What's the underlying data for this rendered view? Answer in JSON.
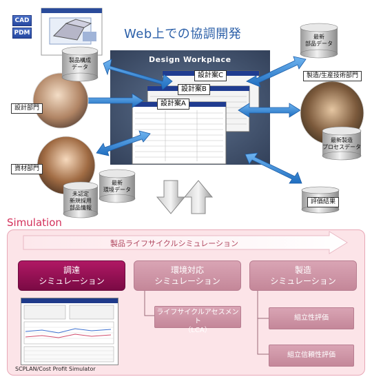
{
  "title": "Web上での協調開発",
  "workplace_title": "Design Workplace",
  "tags": {
    "cad": "CAD",
    "pdm": "PDM"
  },
  "design_plans": [
    "設計案C",
    "設計案B",
    "設計案A"
  ],
  "departments": {
    "design": "設計部門",
    "materials": "資材部門",
    "manufacturing": "製造/生産技術部門",
    "evaluation": "評価結果"
  },
  "databases": {
    "product_structure": [
      "製品構成",
      "データ"
    ],
    "latest_parts": [
      "最新",
      "部品データ"
    ],
    "latest_process": [
      "最新製造",
      "プロセスデータ"
    ],
    "latest_env": [
      "最新",
      "環境データ"
    ],
    "unapproved_parts": [
      "未認定",
      "新規採用",
      "部品情報"
    ]
  },
  "simulation": {
    "label": "Simulation",
    "lifecycle": "製品ライフサイクルシミュレーション",
    "boxes": [
      {
        "lines": [
          "調達",
          "シミュレーション"
        ],
        "active": true
      },
      {
        "lines": [
          "環境対応",
          "シミュレーション"
        ],
        "active": false
      },
      {
        "lines": [
          "製造",
          "シミュレーション"
        ],
        "active": false
      }
    ],
    "lca": [
      "ライフサイクルアセスメント",
      "（LCA）"
    ],
    "assembly": "組立性評価",
    "reliability": "組立信頼性評価",
    "caption": "SCPLAN/Cost Profit Simulator"
  },
  "colors": {
    "arrow_blue": "#3b8ad8",
    "sim_accent": "#d3305a",
    "active_box": "#8e0f52",
    "inactive_box": "#cf96a8"
  }
}
